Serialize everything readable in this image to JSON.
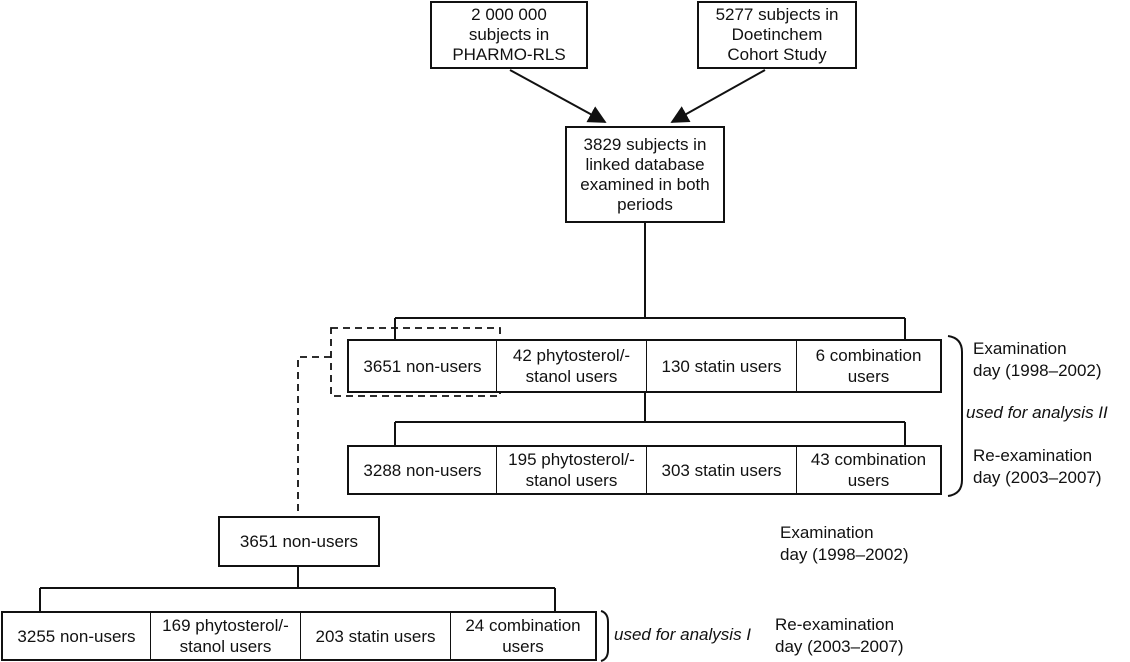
{
  "source_boxes": {
    "pharmo": "2 000 000\nsubjects in\nPHARMO-RLS",
    "doetinchem": "5277 subjects in\nDoetinchem\nCohort Study"
  },
  "linked_box": "3829 subjects in\nlinked database\nexamined in both\nperiods",
  "analysis2": {
    "exam_row": [
      "3651 non-users",
      "42 phytosterol/-\nstanol users",
      "130 statin users",
      "6 combination\nusers"
    ],
    "reexam_row": [
      "3288 non-users",
      "195 phytosterol/-\nstanol users",
      "303 statin users",
      "43 combination\nusers"
    ],
    "exam_label": "Examination\nday (1998–2002)",
    "reexam_label": "Re-examination\nday (2003–2007)",
    "used_label": "used for analysis II"
  },
  "analysis1": {
    "nonusers_box": "3651 non-users",
    "exam_label": "Examination\nday (1998–2002)",
    "reexam_row": [
      "3255 non-users",
      "169 phytosterol/-\nstanol users",
      "203 statin users",
      "24 combination\nusers"
    ],
    "reexam_label": "Re-examination\nday (2003–2007)",
    "used_label": "used for analysis I"
  }
}
